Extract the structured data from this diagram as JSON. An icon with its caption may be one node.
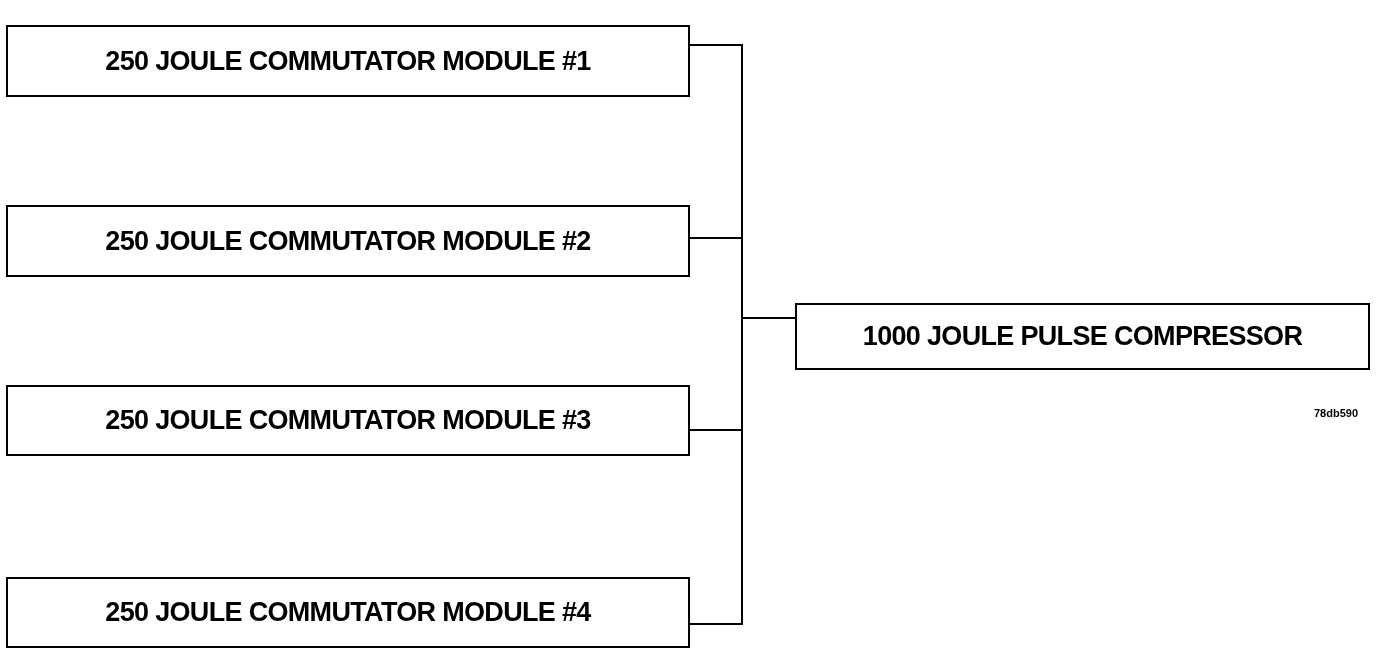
{
  "diagram": {
    "nodes": [
      {
        "text": [
          "250 JOULE COMMUTATOR MODULE #1"
        ]
      },
      {
        "text": [
          "250 JOULE COMMUTATOR MODULE #2"
        ]
      },
      {
        "text": [
          "250 JOULE COMMUTATOR MODULE #3"
        ]
      },
      {
        "text": [
          "250 JOULE COMMUTATOR MODULE #4"
        ]
      },
      {
        "text": [
          "1000 JOULE PULSE COMPRESSOR"
        ]
      }
    ],
    "edges": [
      {
        "from": 0,
        "to": 4,
        "arrow": "none"
      },
      {
        "from": 1,
        "to": 4,
        "arrow": "none"
      },
      {
        "from": 2,
        "to": 4,
        "arrow": "none"
      },
      {
        "from": 3,
        "to": 4,
        "arrow": "none"
      }
    ],
    "labels": [
      "78db590"
    ]
  }
}
